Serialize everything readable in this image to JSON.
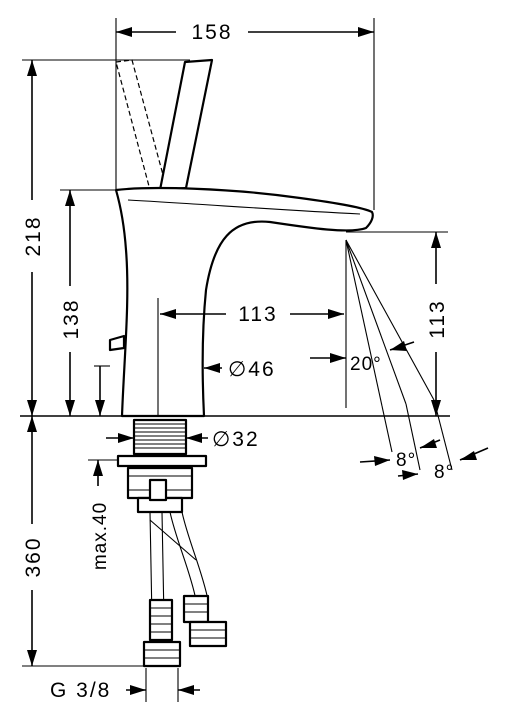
{
  "dimensions": {
    "total_width": "158",
    "total_height": "218",
    "spout_height": "138",
    "spout_projection": "113",
    "outlet_height": "113",
    "body_diameter": "∅46",
    "thread_diameter": "∅32",
    "hole_depth": "360",
    "max_thickness": "max.40",
    "connection": "G 3/8"
  },
  "angles": {
    "spray_angle": "20°",
    "deviation_left": "8°",
    "deviation_right": "8°"
  }
}
